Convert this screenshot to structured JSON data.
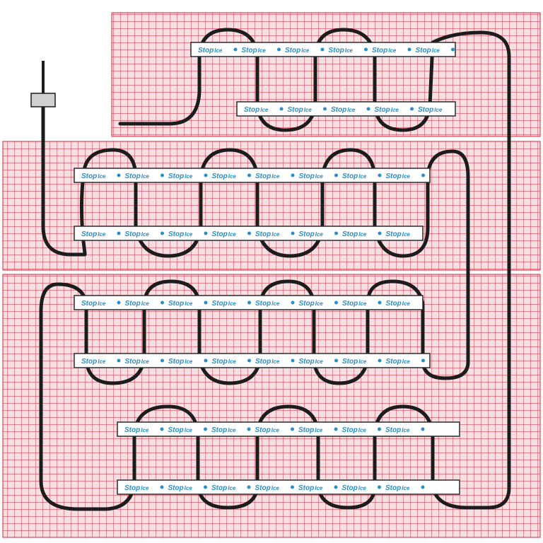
{
  "diagram": {
    "tape_label": "Stop Ice",
    "tape_label_parts": [
      "Stop",
      "Ice"
    ],
    "colors": {
      "background": "#ffffff",
      "grid_fill": "#f4dfe3",
      "grid_line": "#d8263a",
      "tape_fill": "#ffffff",
      "tape_border": "#2a2a2a",
      "tape_text": "#2a8ec8",
      "tape_dot": "#2a8ec8",
      "cable": "#1c1c1c",
      "junction_fill": "#d0d0d0"
    },
    "icons": {
      "cold_lead_junction": "junction-box-icon"
    }
  }
}
